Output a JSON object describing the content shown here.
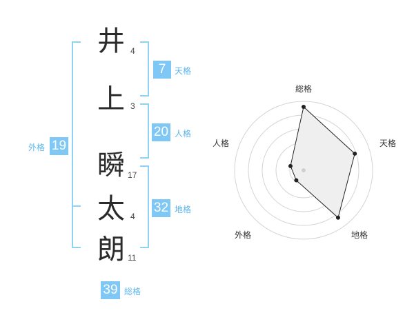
{
  "characters": [
    {
      "char": "井",
      "strokes": "4"
    },
    {
      "char": "上",
      "strokes": "3"
    },
    {
      "char": "瞬",
      "strokes": "17"
    },
    {
      "char": "太",
      "strokes": "4"
    },
    {
      "char": "朗",
      "strokes": "11"
    }
  ],
  "fortunes": {
    "tenkaku": {
      "value": "7",
      "label": "天格"
    },
    "jinkaku": {
      "value": "20",
      "label": "人格"
    },
    "chikaku": {
      "value": "32",
      "label": "地格"
    },
    "gaikaku": {
      "value": "19",
      "label": "外格"
    },
    "soukaku": {
      "value": "39",
      "label": "総格"
    }
  },
  "colors": {
    "accent": "#7fc8f5",
    "bracket": "#8fd0f5",
    "label": "#5bb5ec"
  },
  "radar": {
    "axes": [
      "総格",
      "天格",
      "地格",
      "外格",
      "人格"
    ],
    "levels": 5,
    "values": [
      0.92,
      0.78,
      0.85,
      0.18,
      0.2
    ]
  }
}
